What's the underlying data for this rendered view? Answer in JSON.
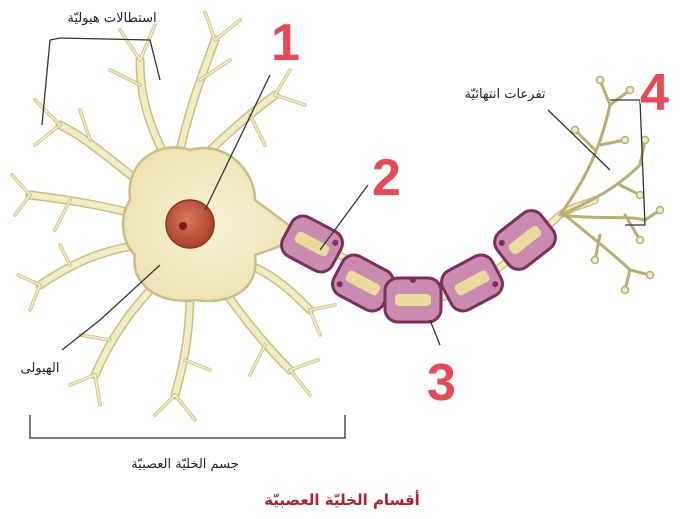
{
  "labels": {
    "dendrites": "استطالات هيوليّة",
    "terminal_branches": "تفرعات انتهائيّة",
    "cytoplasm": "الهيولى",
    "cell_body": "جسم الخليّة العصبيّة"
  },
  "numbers": {
    "n1": "1",
    "n2": "2",
    "n3": "3",
    "n4": "4"
  },
  "caption": "أقسام الخليّة العصبيّة",
  "colors": {
    "cell_fill": "#f2ecc3",
    "cell_stroke": "#c9bf86",
    "nucleus": "#c45a3c",
    "myelin_outer": "#7b2f5b",
    "myelin_fill": "#c98bb0",
    "axon_core": "#eadb9c",
    "number_red": "#e84a55",
    "caption_red": "#b5202a"
  }
}
